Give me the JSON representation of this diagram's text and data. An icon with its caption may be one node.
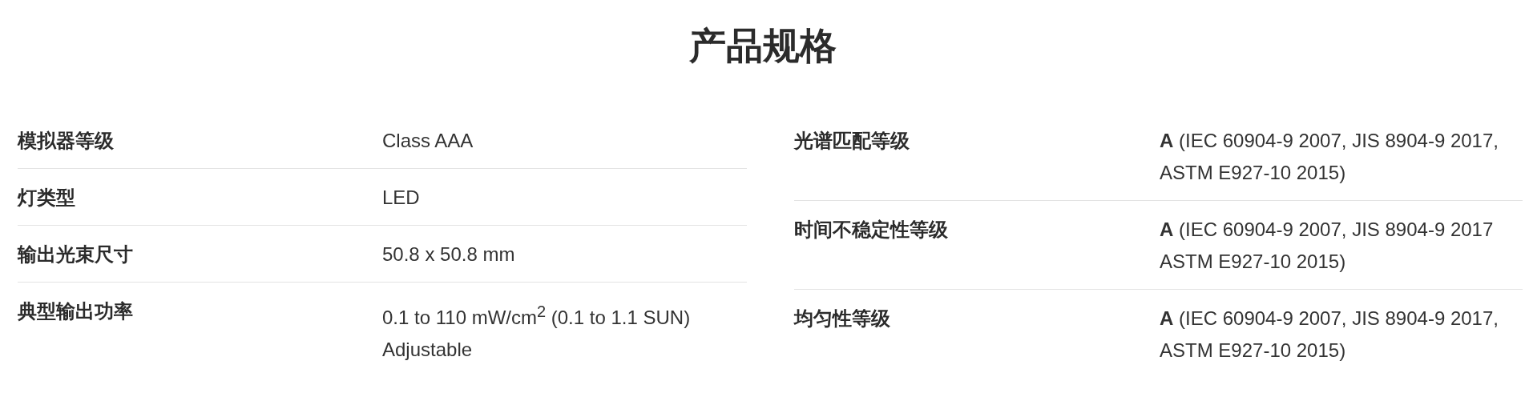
{
  "diagram": {
    "title": "产品规格",
    "labels": [
      "模拟器等级",
      "Class AAA",
      "灯类型",
      "LED",
      "输出光束尺寸",
      "50.8 x 50.8 mm",
      "典型输出功率",
      "0.1 to 110 mW/cm$^{2}$ (0.1 to 1.1 SUN) Adjustable",
      "光谱匹配等级",
      "**A** (IEC 60904-9 2007, JIS 8904-9 2017, ASTM E927-10 2015)",
      "时间不稳定性等级",
      "**A** (IEC 60904-9 2007, JIS 8904-9 2017 ASTM E927-10 2015)",
      "均匀性等级",
      "**A** (IEC 60904-9 2007, JIS 8904-9 2017, ASTM E927-10 2015)"
    ]
  }
}
